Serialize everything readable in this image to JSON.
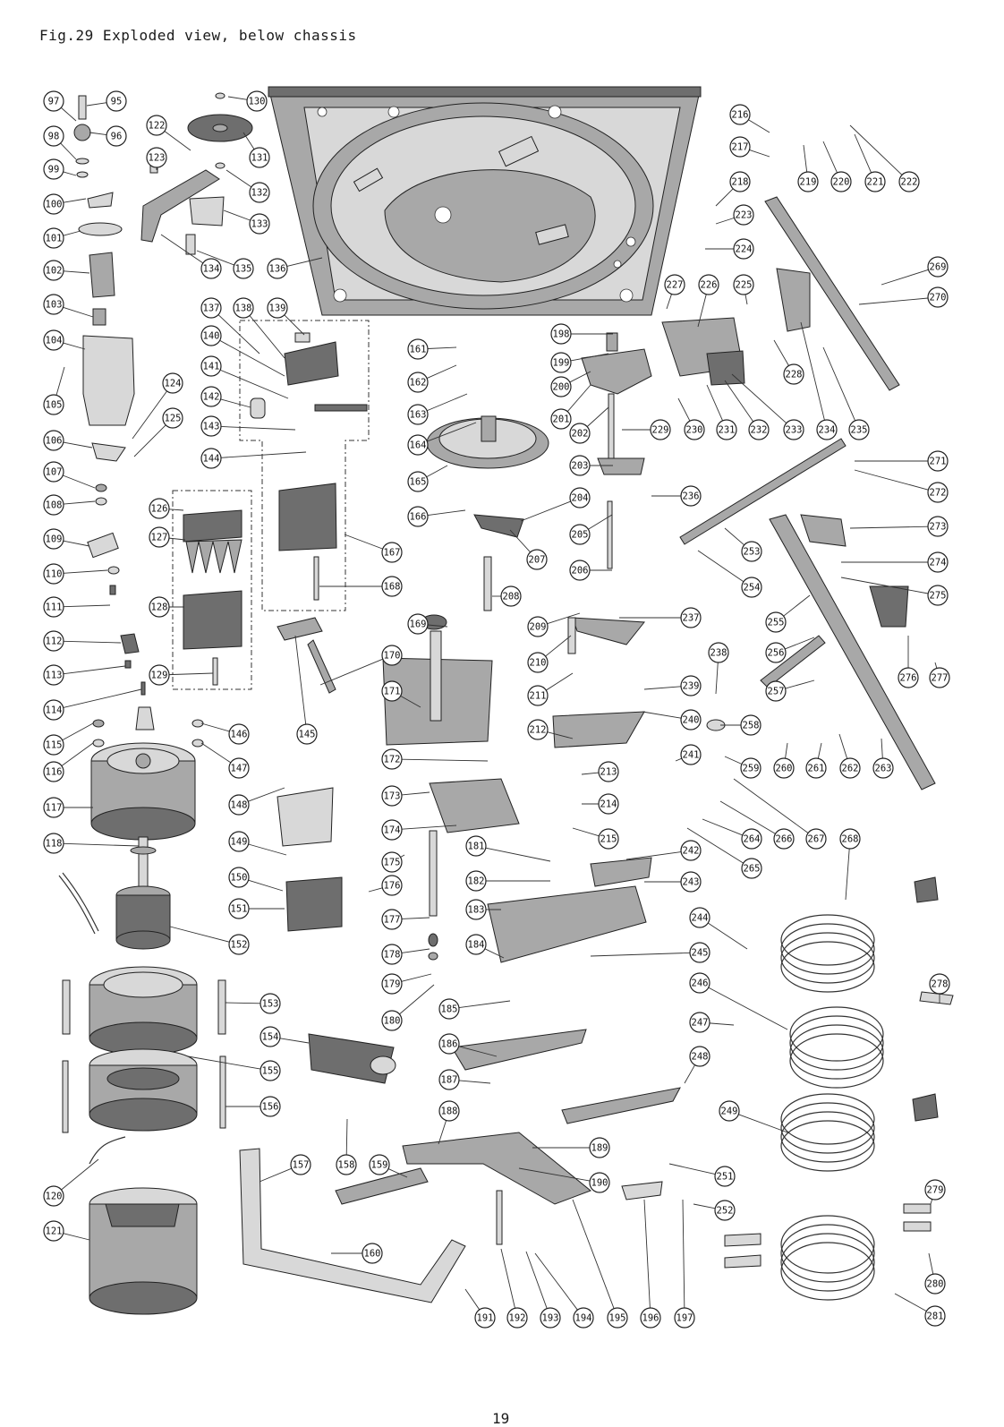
{
  "figure": {
    "title": "Fig.29 Exploded view, below chassis",
    "page_number": "19"
  },
  "callouts": [
    "95",
    "96",
    "97",
    "98",
    "99",
    "100",
    "101",
    "102",
    "103",
    "104",
    "105",
    "106",
    "107",
    "108",
    "109",
    "110",
    "111",
    "112",
    "113",
    "114",
    "115",
    "116",
    "117",
    "118",
    "120",
    "121",
    "122",
    "123",
    "124",
    "125",
    "126",
    "127",
    "128",
    "129",
    "130",
    "131",
    "132",
    "133",
    "134",
    "135",
    "136",
    "137",
    "138",
    "139",
    "140",
    "141",
    "142",
    "143",
    "144",
    "145",
    "146",
    "147",
    "148",
    "149",
    "150",
    "151",
    "152",
    "153",
    "154",
    "155",
    "156",
    "157",
    "158",
    "159",
    "160",
    "161",
    "162",
    "163",
    "164",
    "165",
    "166",
    "167",
    "168",
    "169",
    "170",
    "171",
    "172",
    "173",
    "174",
    "175",
    "176",
    "177",
    "178",
    "179",
    "180",
    "181",
    "182",
    "183",
    "184",
    "185",
    "186",
    "187",
    "188",
    "189",
    "190",
    "191",
    "192",
    "193",
    "194",
    "195",
    "196",
    "197",
    "198",
    "199",
    "200",
    "201",
    "202",
    "203",
    "204",
    "205",
    "206",
    "207",
    "208",
    "209",
    "210",
    "211",
    "212",
    "213",
    "214",
    "215",
    "216",
    "217",
    "218",
    "219",
    "220",
    "221",
    "222",
    "223",
    "224",
    "225",
    "226",
    "227",
    "228",
    "229",
    "230",
    "231",
    "232",
    "233",
    "234",
    "235",
    "236",
    "237",
    "238",
    "239",
    "240",
    "241",
    "242",
    "243",
    "244",
    "245",
    "246",
    "247",
    "248",
    "249",
    "251",
    "252",
    "253",
    "254",
    "255",
    "256",
    "257",
    "258",
    "259",
    "260",
    "261",
    "262",
    "263",
    "264",
    "265",
    "266",
    "267",
    "268",
    "269",
    "270",
    "271",
    "272",
    "273",
    "274",
    "275",
    "276",
    "277",
    "278",
    "279",
    "280",
    "281"
  ],
  "colors": {
    "ink": "#1a1a1a",
    "chassis_fill": "#a8a8a8",
    "dark_part": "#6e6e6e",
    "light_part": "#d8d8d8"
  }
}
